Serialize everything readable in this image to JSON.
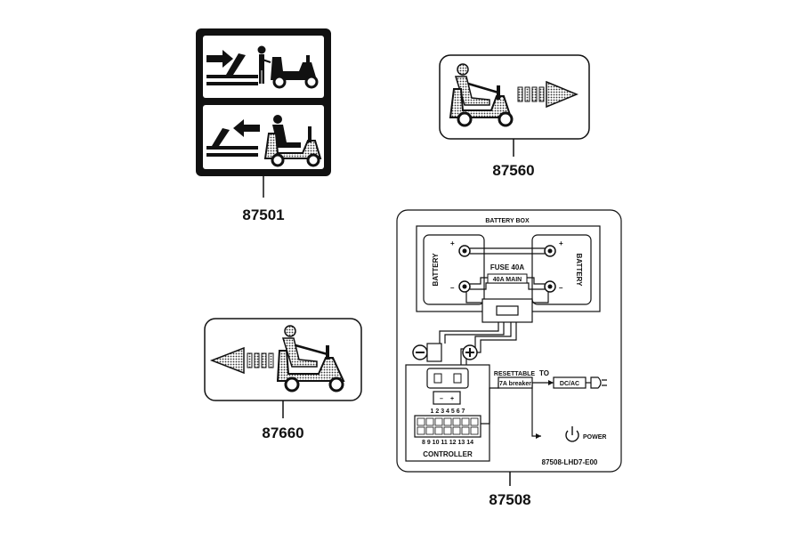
{
  "labels": [
    {
      "part_number": "87501"
    },
    {
      "part_number": "87560"
    },
    {
      "part_number": "87660"
    },
    {
      "part_number": "87508"
    }
  ],
  "wiring": {
    "battery_box": "BATTERY BOX",
    "battery_left": "BATTERY",
    "battery_right": "BATTERY",
    "fuse": "FUSE 40A",
    "fuse_main": "40A MAIN",
    "plus": "+",
    "minus": "–",
    "resettable": "RESETTABLE",
    "breaker": "7A breaker",
    "to": "TO",
    "dcac": "DC/AC",
    "power": "POWER",
    "controller": "CONTROLLER",
    "pins_top": "1 2 3 4 5 6 7",
    "pins_bottom": "8 9 10 11 12 13 14",
    "code": "87508-LHD7-E00"
  }
}
